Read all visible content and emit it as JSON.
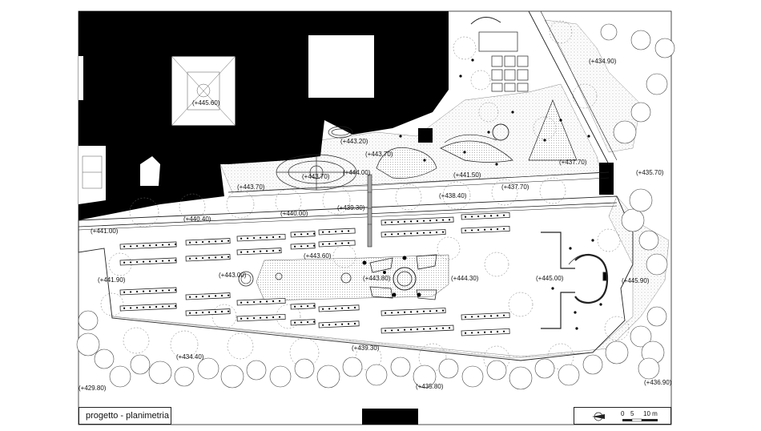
{
  "caption": "progetto - planimetria",
  "scale": {
    "ticks": [
      "0",
      "5",
      "10 m"
    ]
  },
  "elevations": [
    "(+445.60)",
    "(+434.90)",
    "(+443.20)",
    "(+443.70)",
    "(+437.70)",
    "(+435.70)",
    "(+443.70)",
    "(+444.00)",
    "(+441.50)",
    "(+443.70)",
    "(+437.70)",
    "(+439.30)",
    "(+438.40)",
    "(+440.40)",
    "(+440.00)",
    "(+441.00)",
    "(+443.60)",
    "(+443.00)",
    "(+443.80)",
    "(+444.30)",
    "(+445.00)",
    "(+441.90)",
    "(+445.90)",
    "(+439.30)",
    "(+434.40)",
    "(+436.90)",
    "(+429.80)",
    "(+435.80)"
  ]
}
